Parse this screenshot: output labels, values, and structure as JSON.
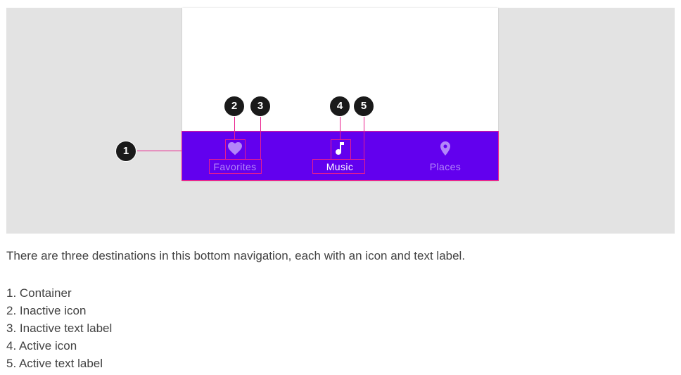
{
  "bottom_nav": {
    "items": [
      {
        "label": "Favorites",
        "icon": "heart-icon",
        "state": "inactive"
      },
      {
        "label": "Music",
        "icon": "music-note-icon",
        "state": "active"
      },
      {
        "label": "Places",
        "icon": "place-icon",
        "state": "inactive"
      }
    ]
  },
  "callouts": [
    "1",
    "2",
    "3",
    "4",
    "5"
  ],
  "caption": "There are three destinations in this bottom navigation, each with an icon and text label.",
  "legend": [
    "1. Container",
    "2. Inactive icon",
    "3. Inactive text label",
    "4. Active icon",
    "5. Active text label"
  ],
  "colors": {
    "container": "#6200ee",
    "inactive": "#b386f9",
    "active": "#ffffff",
    "annotation": "#e91e8c",
    "callout": "#1a1a1a",
    "figure_bg": "#e3e3e3"
  }
}
